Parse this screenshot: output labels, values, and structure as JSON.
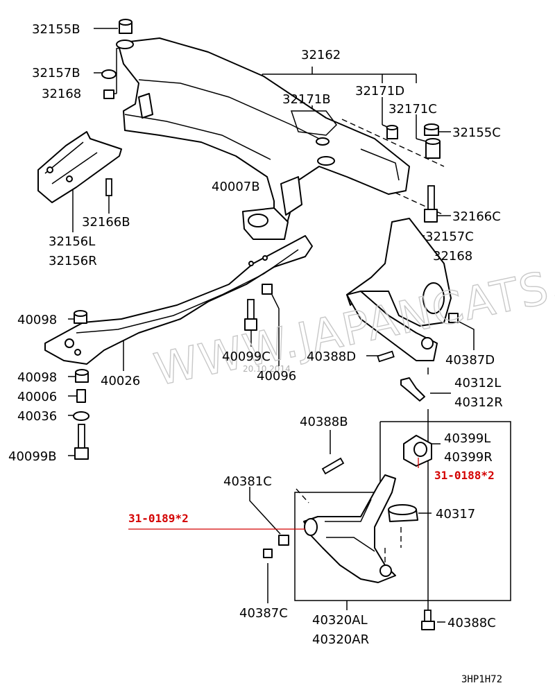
{
  "watermark": "WWW.JAPANCATS.RU",
  "date_stamp": "20.10.2014",
  "diagram_code": "3HP1H72",
  "labels": {
    "p32155B": "32155B",
    "p32157B": "32157B",
    "p32168a": "32168",
    "p32162": "32162",
    "p32171B": "32171B",
    "p32171D": "32171D",
    "p32171C": "32171C",
    "p32155C": "32155C",
    "p32156L": "32156L",
    "p32156R": "32156R",
    "p32166B": "32166B",
    "p40007B": "40007B",
    "p32166C": "32166C",
    "p32157C": "32157C",
    "p32168b": "32168",
    "p40098a": "40098",
    "p40098b": "40098",
    "p40006": "40006",
    "p40036": "40036",
    "p40099B": "40099B",
    "p40026": "40026",
    "p40099C": "40099C",
    "p40096": "40096",
    "p40388D": "40388D",
    "p40387D": "40387D",
    "p40312L": "40312L",
    "p40312R": "40312R",
    "p40388B": "40388B",
    "p40399L": "40399L",
    "p40399R": "40399R",
    "p40381C": "40381C",
    "p40317": "40317",
    "p40387C": "40387C",
    "p40320AL": "40320AL",
    "p40320AR": "40320AR",
    "p40388C": "40388C"
  },
  "refs": {
    "r1": "31-0188*2",
    "r2": "31-0189*2"
  }
}
